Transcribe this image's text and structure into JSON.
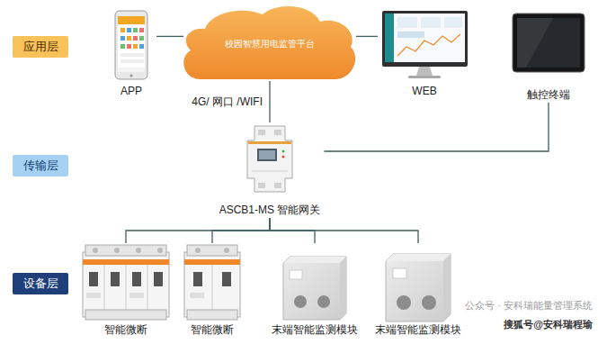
{
  "diagram": {
    "nodes": [
      {
        "text": [
          "应用层"
        ]
      },
      {
        "text": [
          "APP"
        ]
      },
      {
        "text": [
          "校园智慧用电监管平台"
        ]
      },
      {
        "text": [
          "WEB"
        ]
      },
      {
        "text": [
          "触控终端"
        ]
      },
      {
        "text": [
          "传输层"
        ]
      },
      {
        "text": [
          "ASCB1-MS 智能网关"
        ]
      },
      {
        "text": [
          "设备层"
        ]
      },
      {
        "text": [
          "智能微断"
        ]
      },
      {
        "text": [
          "智能微断"
        ]
      },
      {
        "text": [
          "末端智能监测模块"
        ]
      },
      {
        "text": [
          "末端智能监测模块"
        ]
      }
    ],
    "edges": [
      {
        "from": 1,
        "to": 2,
        "arrow": "none"
      },
      {
        "from": 2,
        "to": 3,
        "arrow": "none"
      },
      {
        "from": 2,
        "to": 6,
        "label": "4G/ 网口 /WIFI",
        "arrow": "none"
      },
      {
        "from": 4,
        "to": 6,
        "arrow": "none"
      },
      {
        "from": 6,
        "to": 8,
        "arrow": "none"
      },
      {
        "from": 6,
        "to": 9,
        "arrow": "none"
      },
      {
        "from": 6,
        "to": 10,
        "arrow": "none"
      },
      {
        "from": 6,
        "to": 11,
        "arrow": "none"
      }
    ],
    "labels": [
      "公众号 · 安科瑞能量管理系统",
      "搜狐号@安科瑞程瑜"
    ]
  }
}
